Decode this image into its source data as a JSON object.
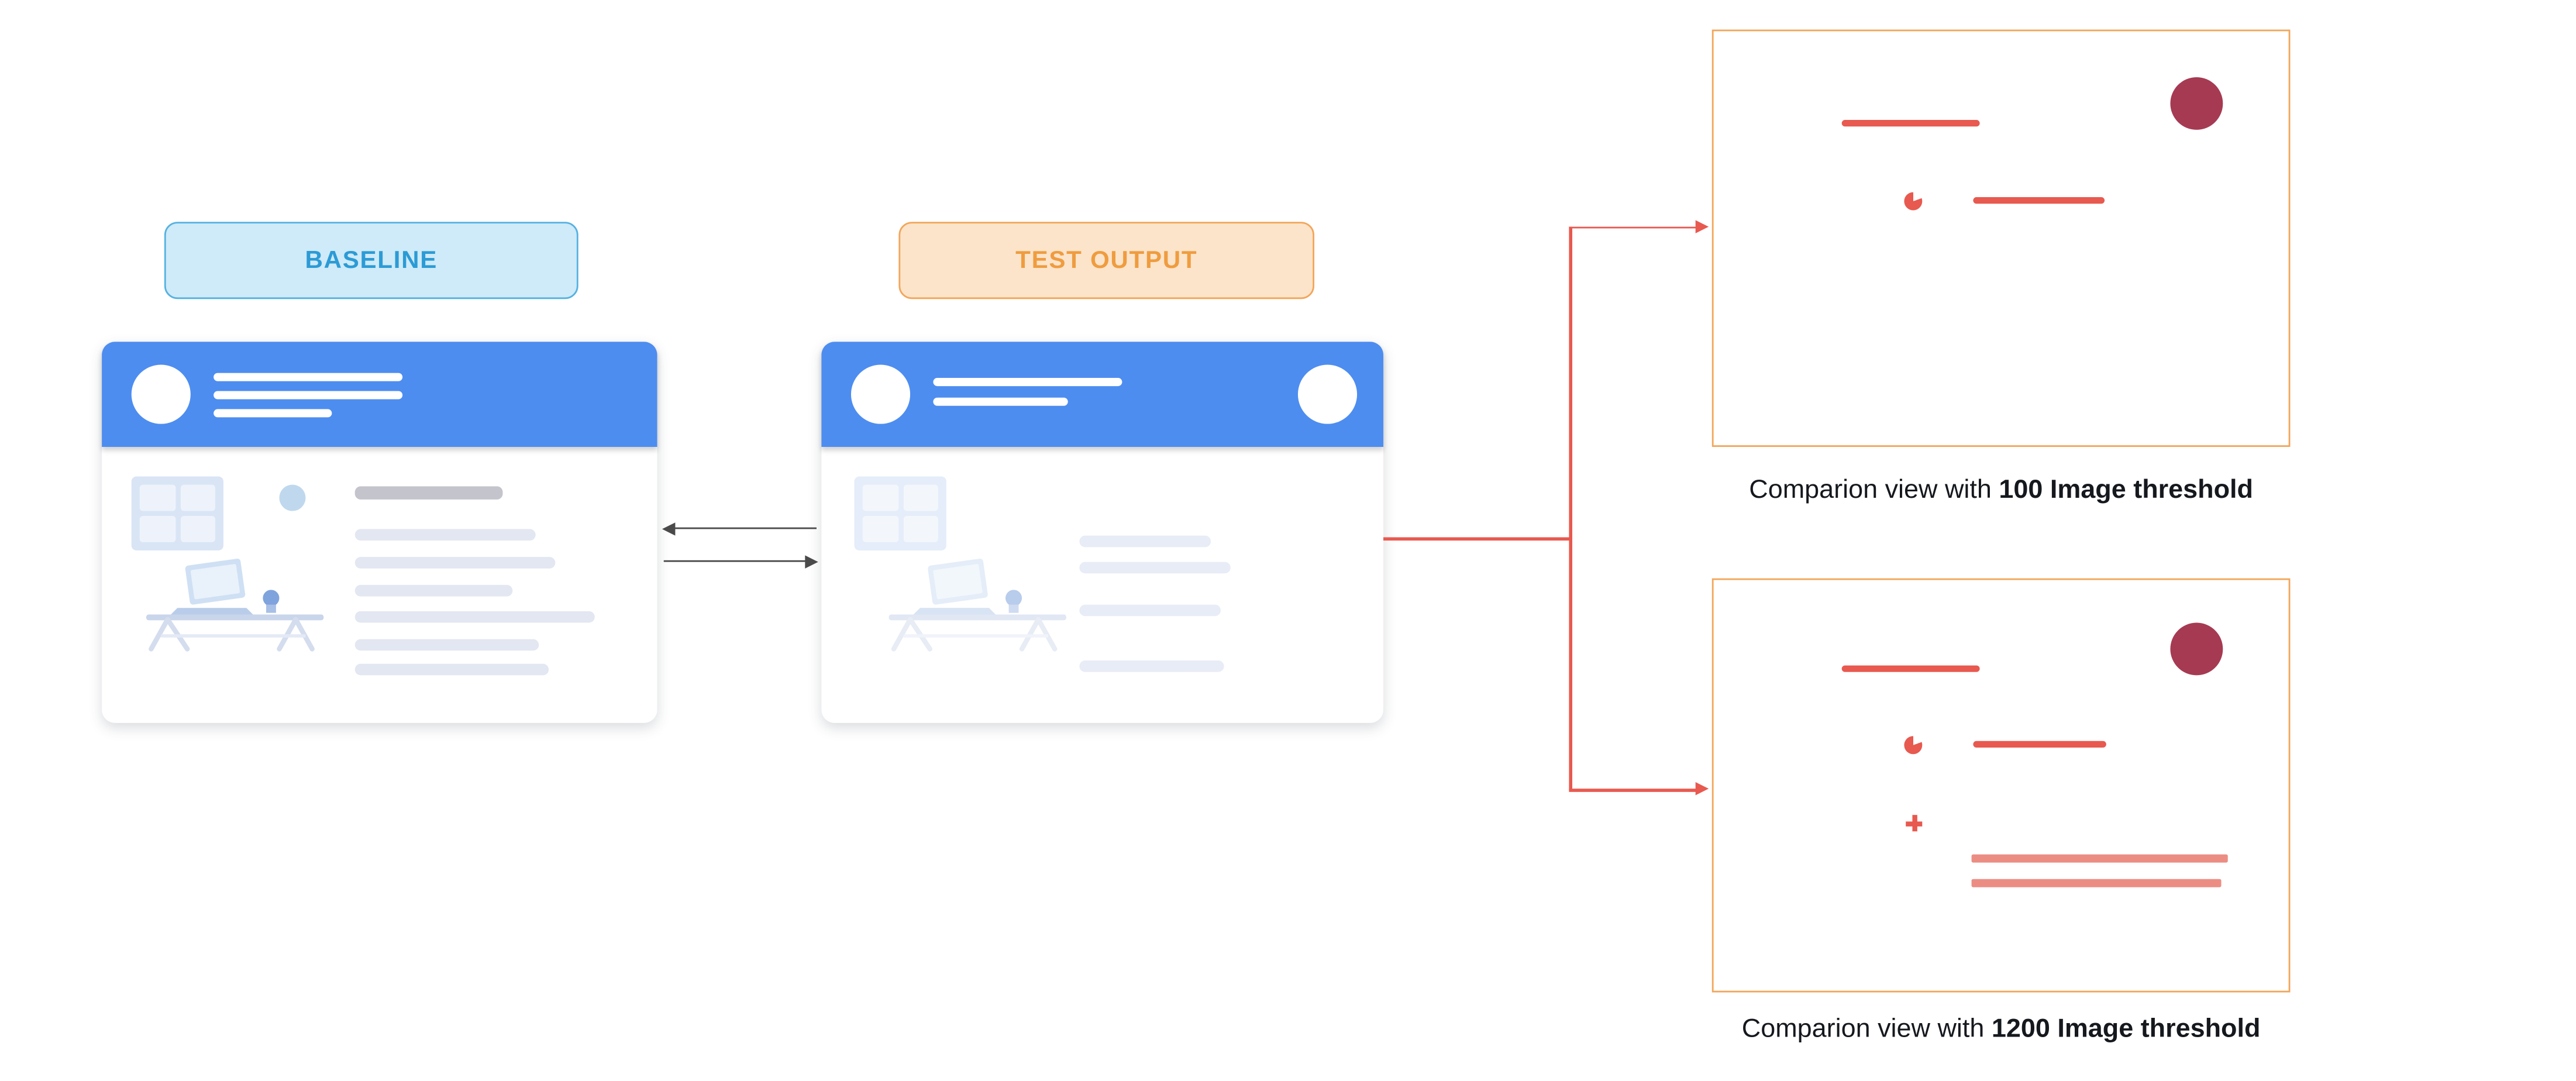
{
  "diagram": {
    "baseline_label": "BASELINE",
    "test_output_label": "TEST OUTPUT",
    "comparisons": [
      {
        "prefix": "Comparion view with ",
        "threshold": "100 Image threshold"
      },
      {
        "prefix": "Comparion view with ",
        "threshold": "1200 Image threshold"
      }
    ]
  },
  "colors": {
    "baseline_border": "#55b2e2",
    "baseline_bg": "#cfeaf8",
    "baseline_text": "#2b9bd6",
    "test_border": "#f2a65a",
    "test_bg": "#fce4ca",
    "test_text": "#ef9c3f",
    "card_header_blue": "#4d8df0",
    "diff_red": "#e8594f",
    "diff_dark_red": "#a63a52",
    "diff_light_red": "#ec8d84",
    "panel_border": "#f2a65a",
    "connector_gray": "#4a4a4a"
  },
  "icons": {
    "left_arrow": "arrow-left-icon",
    "right_arrow": "arrow-right-icon",
    "avatar": "avatar-circle-icon",
    "image_placeholder": "image-placeholder-icon",
    "desk": "desk-illustration-icon",
    "diff_dot": "diff-dot-icon",
    "diff_plus": "diff-plus-icon",
    "diff_circle": "diff-circle-icon"
  }
}
